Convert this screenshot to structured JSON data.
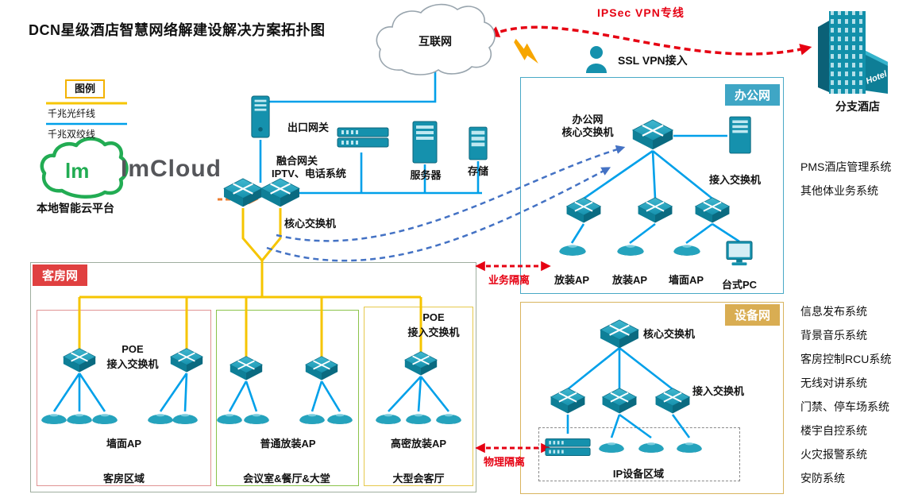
{
  "title": "DCN星级酒店智慧网络解建设解决方案拓扑图",
  "legend": {
    "title": "图例",
    "fiber": "千兆光纤线",
    "twisted": "千兆双绞线"
  },
  "internet": {
    "label": "互联网"
  },
  "vpn": {
    "ipsec": "IPSec VPN专线",
    "ssl": "SSL VPN接入"
  },
  "branch": {
    "label": "分支酒店",
    "hotel": "Hotel"
  },
  "imcloud": {
    "logo_text": "lm",
    "wordmark": "ImCloud",
    "label": "本地智能云平台"
  },
  "core_area": {
    "exit_gateway": "出口网关",
    "converged_line1": "融合网关",
    "converged_line2": "IPTV、电话系统",
    "server": "服务器",
    "storage": "存储",
    "core_switch": "核心交换机"
  },
  "office": {
    "title": "办公网",
    "core_line1": "办公网",
    "core_line2": "核心交换机",
    "access": "接入交换机",
    "ap1": "放装AP",
    "ap2": "放装AP",
    "ap3": "墙面AP",
    "pc": "台式PC"
  },
  "side_top": [
    "PMS酒店管理系统",
    "其他体业务系统"
  ],
  "rooms": {
    "title": "客房网",
    "area1": {
      "poe_line1": "POE",
      "poe_line2": "接入交换机",
      "ap": "墙面AP",
      "name": "客房区域"
    },
    "area2": {
      "ap": "普通放装AP",
      "name": "会议室&餐厅&大堂"
    },
    "area3": {
      "poe_line1": "POE",
      "poe_line2": "接入交换机",
      "ap": "高密放装AP",
      "name": "大型会客厅"
    }
  },
  "devices_net": {
    "title": "设备网",
    "core": "核心交换机",
    "access": "接入交换机",
    "ip_area": "IP设备区域"
  },
  "isolation": {
    "business": "业务隔离",
    "physical": "物理隔离"
  },
  "side_bottom": [
    "信息发布系统",
    "背景音乐系统",
    "客房控制RCU系统",
    "无线对讲系统",
    "门禁、停车场系统",
    "楼宇自控系统",
    "火灾报警系统",
    "安防系统"
  ],
  "colors": {
    "fiber_line": "#f6c500",
    "ethernet_line": "#00a0e9",
    "device_teal": "#1591ad",
    "vpn_red": "#e60012",
    "dashed_blue": "#4472c4",
    "orange_arrow": "#ed7d31",
    "cloud_green": "#22ac53",
    "office_tab": "#3fa6c5",
    "rooms_tab": "#e04040",
    "devices_tab": "#d9ad52"
  }
}
